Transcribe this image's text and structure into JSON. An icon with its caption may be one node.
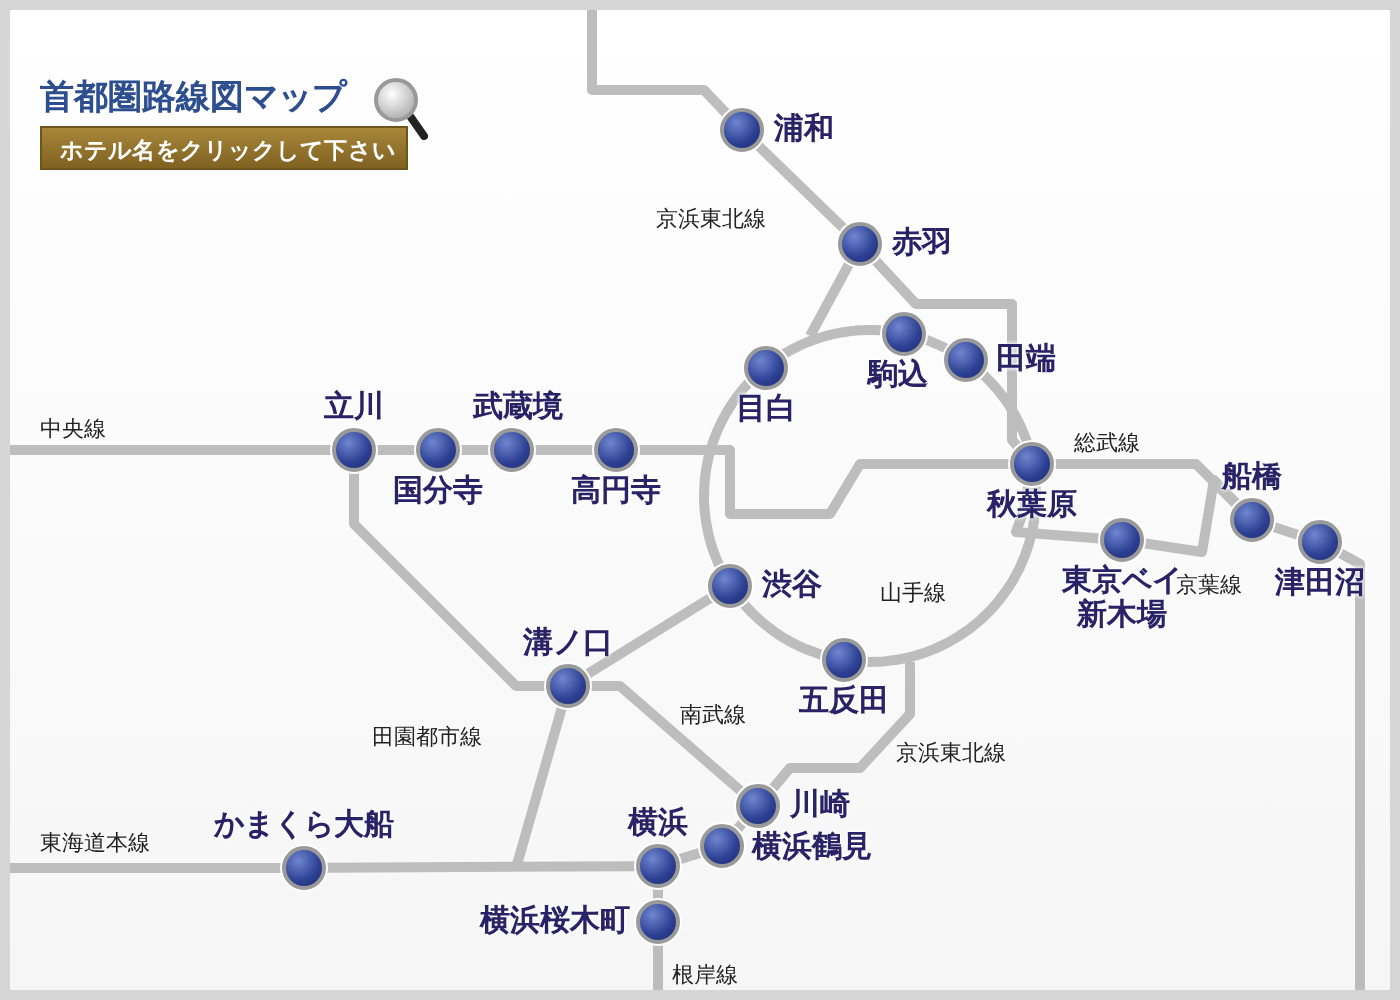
{
  "diagram": {
    "title": "首都圏路線図マップ",
    "nodes": [
      {
        "text": [],
        "shape": "circle",
        "beside": [
          "かまくら大船"
        ]
      },
      {
        "text": [],
        "shape": "circle",
        "beside": [
          "立川"
        ]
      },
      {
        "text": [],
        "shape": "circle",
        "beside": [
          "国分寺"
        ]
      },
      {
        "text": [],
        "shape": "circle",
        "beside": [
          "武蔵境"
        ]
      },
      {
        "text": [],
        "shape": "circle",
        "beside": [
          "溝ノ口"
        ]
      },
      {
        "text": [],
        "shape": "circle",
        "beside": [
          "高円寺"
        ]
      },
      {
        "text": [],
        "shape": "circle",
        "beside": [
          "横浜"
        ]
      },
      {
        "text": [],
        "shape": "circle",
        "beside": [
          "横浜桜木町"
        ]
      },
      {
        "text": [],
        "shape": "circle",
        "beside": [
          "横浜鶴見"
        ]
      },
      {
        "text": [],
        "shape": "circle",
        "beside": [
          "渋谷"
        ]
      },
      {
        "text": [],
        "shape": "circle",
        "beside": [
          "浦和"
        ]
      },
      {
        "text": [],
        "shape": "circle",
        "beside": [
          "川崎"
        ]
      },
      {
        "text": [],
        "shape": "circle",
        "beside": [
          "目白"
        ]
      },
      {
        "text": [],
        "shape": "circle",
        "beside": [
          "五反田"
        ]
      },
      {
        "text": [],
        "shape": "circle",
        "beside": [
          "赤羽"
        ]
      },
      {
        "text": [],
        "shape": "circle",
        "beside": [
          "駒込"
        ]
      },
      {
        "text": [],
        "shape": "circle",
        "beside": [
          "田端"
        ]
      },
      {
        "text": [],
        "shape": "circle",
        "beside": [
          "秋葉原"
        ]
      },
      {
        "text": [],
        "shape": "circle",
        "beside": [
          "東京ベイ新木場"
        ]
      },
      {
        "text": [],
        "shape": "circle",
        "beside": [
          "船橋"
        ]
      },
      {
        "text": [],
        "shape": "circle",
        "beside": [
          "津田沼"
        ]
      }
    ],
    "edges": [
      {
        "from": null,
        "to": 0,
        "arrow": "none"
      },
      {
        "from": 0,
        "to": 6,
        "arrow": "none"
      },
      {
        "from": null,
        "to": 1,
        "arrow": "none"
      },
      {
        "from": 1,
        "to": 2,
        "arrow": "none"
      },
      {
        "from": 2,
        "to": 3,
        "arrow": "none"
      },
      {
        "from": 3,
        "to": 5,
        "arrow": "none"
      },
      {
        "from": 5,
        "to": 17,
        "arrow": "none"
      },
      {
        "from": 1,
        "to": 4,
        "arrow": "none"
      },
      {
        "from": 4,
        "to": 11,
        "arrow": "none"
      },
      {
        "from": 4,
        "to": 9,
        "arrow": "none"
      },
      {
        "from": 4,
        "to": null,
        "arrow": "none"
      },
      {
        "from": null,
        "to": 10,
        "arrow": "none"
      },
      {
        "from": 10,
        "to": 14,
        "arrow": "none"
      },
      {
        "from": 14,
        "to": null,
        "arrow": "none"
      },
      {
        "from": 14,
        "to": 17,
        "arrow": "none"
      },
      {
        "from": 12,
        "to": 15,
        "arrow": "none"
      },
      {
        "from": 15,
        "to": 16,
        "arrow": "none"
      },
      {
        "from": 16,
        "to": 17,
        "arrow": "none"
      },
      {
        "from": 17,
        "to": 13,
        "arrow": "none"
      },
      {
        "from": 13,
        "to": 9,
        "arrow": "none"
      },
      {
        "from": 9,
        "to": 12,
        "arrow": "none"
      },
      {
        "from": 17,
        "to": 19,
        "arrow": "none"
      },
      {
        "from": 19,
        "to": 20,
        "arrow": "none"
      },
      {
        "from": 20,
        "to": null,
        "arrow": "none"
      },
      {
        "from": 17,
        "to": 18,
        "arrow": "none"
      },
      {
        "from": 18,
        "to": 19,
        "arrow": "none"
      },
      {
        "from": null,
        "to": 11,
        "arrow": "none"
      },
      {
        "from": 11,
        "to": 8,
        "arrow": "none"
      },
      {
        "from": 8,
        "to": 6,
        "arrow": "none"
      },
      {
        "from": 6,
        "to": 7,
        "arrow": "none"
      },
      {
        "from": 7,
        "to": null,
        "arrow": "none"
      }
    ],
    "labels": [
      "ホテル名をクリックして下さい",
      "京浜東北線",
      "中央線",
      "総武線",
      "山手線",
      "京葉線",
      "南武線",
      "田園都市線",
      "京浜東北線",
      "東海道本線",
      "根岸線"
    ]
  }
}
